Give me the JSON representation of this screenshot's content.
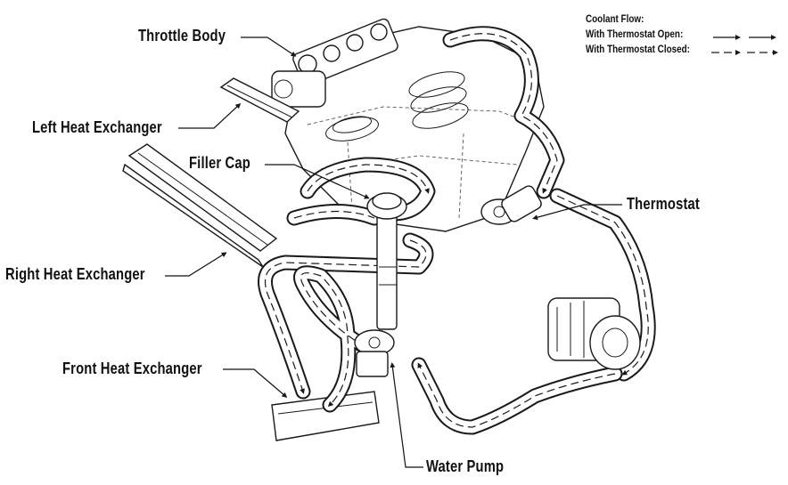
{
  "legend": {
    "title": "Coolant Flow:",
    "open_label": "With Thermostat Open:",
    "closed_label": "With Thermostat Closed:"
  },
  "labels": {
    "throttle_body": "Throttle Body",
    "left_heat_exchanger": "Left Heat Exchanger",
    "filler_cap": "Filler Cap",
    "thermostat": "Thermostat",
    "right_heat_exchanger": "Right Heat Exchanger",
    "front_heat_exchanger": "Front Heat Exchanger",
    "water_pump": "Water Pump"
  }
}
